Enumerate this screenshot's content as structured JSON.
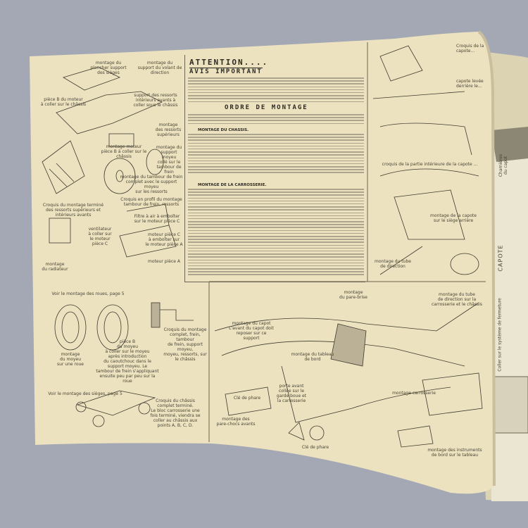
{
  "text_block": {
    "attention": "ATTENTION....",
    "avis": "AVIS IMPORTANT",
    "ordre": "ORDRE DE MONTAGE",
    "chassis_heading": "MONTAGE DU CHASSIS.",
    "carrosserie_heading": "MONTAGE DE LA CARROSSERIE."
  },
  "left_labels": {
    "plancher": "montage du\nplancher support\ndes sièges",
    "support_volant": "montage du\nsupport du volant de\ndirection",
    "piece_b": "pièce B du moteur\nà coller sur le châssis",
    "ressorts_ant": "support des ressorts\nintérieurs avants à\ncoller sous le châssis",
    "ressorts_sup": "montage\ndes ressorts\nsupérieurs",
    "moteur_b": "montage moteur\npièce B à coller sur le châssis",
    "croquis_ressorts": "Croquis du montage terminé\ndes ressorts supérieurs et\nintérieurs avants",
    "support_freins": "montage du\nsupport moyeu\ncollé sur le\ntambour de\nfrein",
    "tambour": "montage du tambour de frein\ncomplet avec le support moyeu\nsur les ressorts",
    "croquis_profil": "Croquis en profil du montage\ntambour de frein, ressorts",
    "filtre": "Filtre à air à emboîter\nsur le moteur pièce C",
    "ventilateur": "ventilateur\nà coller sur\nle moteur\npièce C",
    "moteur_c": "moteur pièce C\nà emboîter sur\nle moteur pièce A",
    "moteur_a": "moteur pièce A",
    "radiateur": "montage\ndu radiateur",
    "voir_roues": "Voir le montage des roues, page 5",
    "moyeu": "montage\ndu moyeu\nsur une roue",
    "piece_b_moyeu": "pièce B\ndu moyeu\nà coller sur le moyeu\naprès introduction\ndu caoutchouc dans le\nsupport moyeu. Le\ntambour de frein s'appliquant\nensuite peu par peu sur la roue",
    "croquis_moyeu": "Croquis du montage\ncomplet, frein, tambour\nde frein, support moyeu,\nmoyeu, ressorts, sur\nle châssis",
    "voir_sieges": "Voir le montage des sièges, page 5",
    "croquis_chassis": "Croquis du châssis\ncomplet terminé.\nLe bloc carrosserie une\nfois terminé, viendra se\ncoller au châssis aux\npoints A, B, C, D."
  },
  "right_labels": {
    "croquis_capote": "Croquis de la\ncapote...",
    "capote_derriere": "capote levée\nderrière le...",
    "croquis_interieure": "croquis de la partie intérieure de la capote ...",
    "capote_siege": "montage de la capote\nsur le siège arrière",
    "tube": "montage du tube\nde direction",
    "tube_chassis": "montage du tube\nde direction sur la\ncarrosserie et le châssis",
    "capot": "montage du capot\nL'avant du capot doit\nreposer sur ce\nsupport",
    "pare_brise": "montage\ndu pare-brise",
    "tableau": "montage du tableau\nde bord",
    "porte_avant": "porte avant\ncollée sur le\ngarde boue et\nla carrosserie",
    "carrosserie": "montage carrosserie",
    "cle_phare": "Clé de phare",
    "pare_chocs": "montage des\npare-chocs avants",
    "cle_phare2": "Clé de phare",
    "instruments": "montage des instruments\nde bord sur le tableau"
  },
  "next_page": {
    "capote": "CAPOTE",
    "charnieres": "Charnières\ndu capot",
    "coller": "Coller sur le système de fermeture"
  },
  "colors": {
    "page": "#ece2c0",
    "background": "#a3a8b4",
    "ink": "#4a4536"
  }
}
